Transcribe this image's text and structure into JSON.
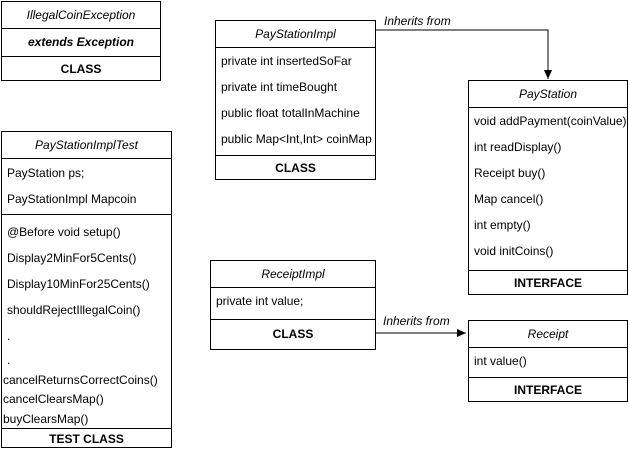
{
  "illegal_coin_exception": {
    "title": "IllegalCoinException",
    "extends": "extends Exception",
    "stereotype": "CLASS"
  },
  "pay_station_impl": {
    "title": "PayStationImpl",
    "members": [
      "private int insertedSoFar",
      "private int timeBought",
      "public float totalInMachine",
      "public Map<Int,Int> coinMap"
    ],
    "stereotype": "CLASS"
  },
  "pay_station": {
    "title": "PayStation",
    "methods": [
      "void addPayment(coinValue)",
      "int readDisplay()",
      "Receipt buy()",
      "Map cancel()",
      "int empty()",
      "void initCoins()"
    ],
    "stereotype": "INTERFACE"
  },
  "pay_station_impl_test": {
    "title": "PayStationImplTest",
    "fields": [
      "PayStation ps;",
      "PayStationImpl Mapcoin"
    ],
    "methods": [
      "@Before void setup()",
      "Display2MinFor5Cents()",
      "Display10MinFor25Cents()",
      "shouldRejectIllegalCoin()",
      ".",
      ".",
      "cancelReturnsCorrectCoins()",
      "cancelClearsMap()",
      "buyClearsMap()"
    ],
    "stereotype": "TEST CLASS"
  },
  "receipt_impl": {
    "title": "ReceiptImpl",
    "fields": [
      "private int value;"
    ],
    "stereotype": "CLASS"
  },
  "receipt": {
    "title": "Receipt",
    "methods": [
      "int value()"
    ],
    "stereotype": "INTERFACE"
  },
  "relations": {
    "inherits_label_1": "Inherits from",
    "inherits_label_2": "Inherits from"
  }
}
